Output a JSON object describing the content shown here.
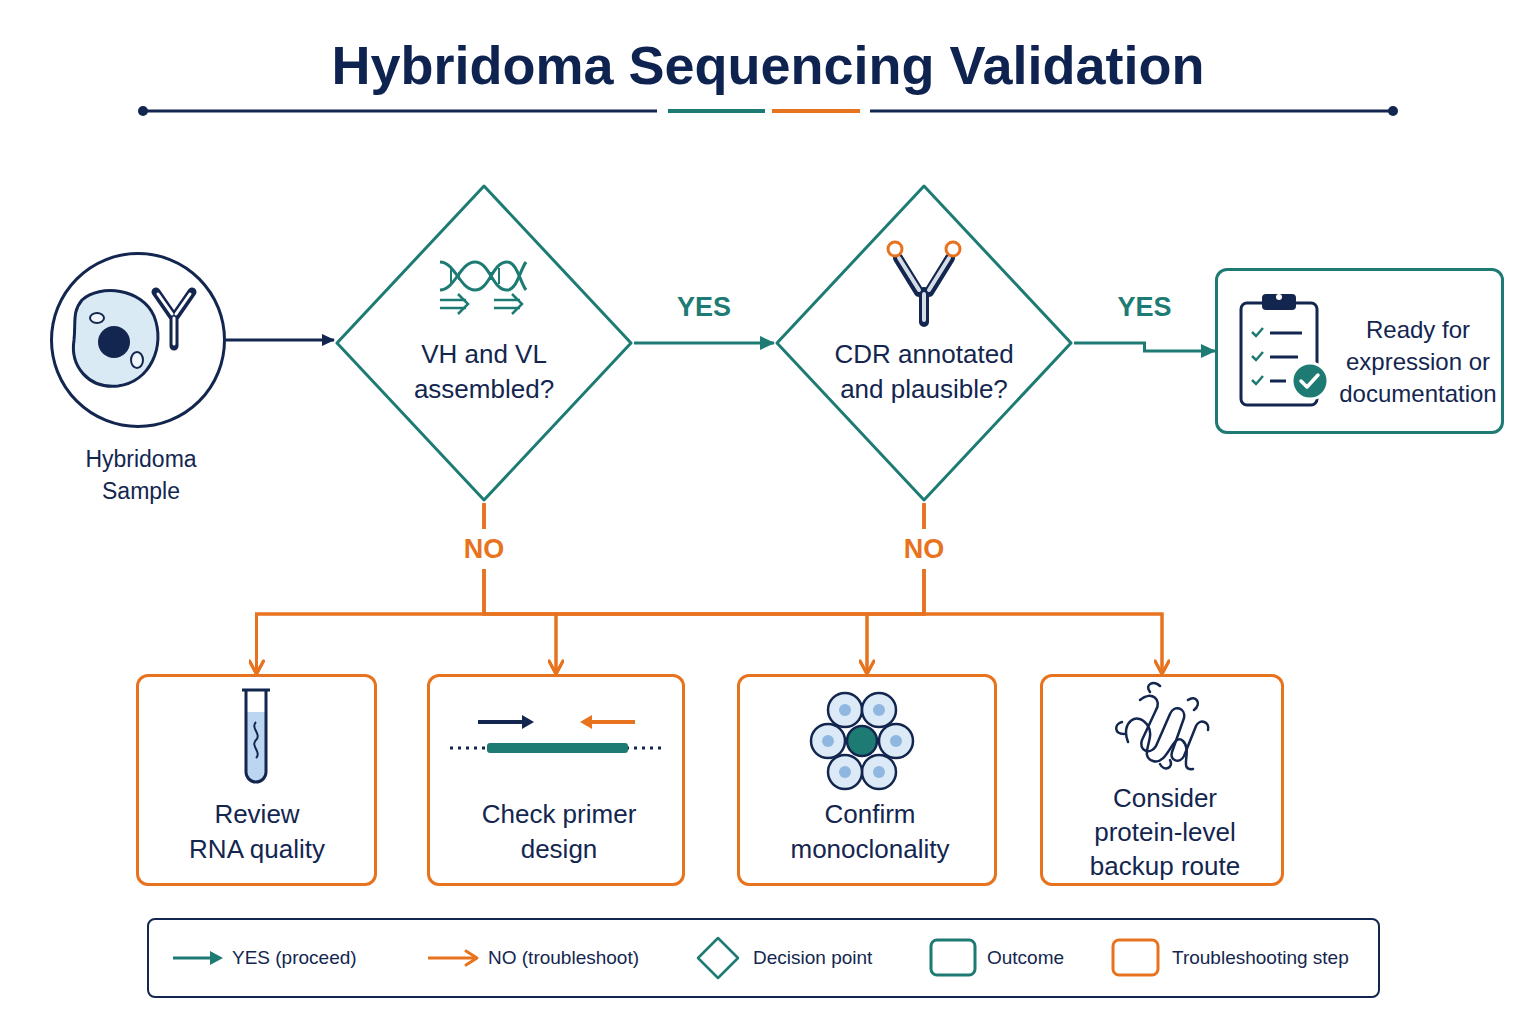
{
  "diagram": {
    "title": "Hybridoma Sequencing Validation",
    "nodes": [
      {
        "text": [
          "Hybridoma Sample"
        ]
      },
      {
        "text": [
          "VH and VL assembled?"
        ]
      },
      {
        "text": [
          "CDR annotated and plausible?"
        ]
      },
      {
        "text": [
          "Ready for expression or documentation"
        ]
      },
      {
        "text": [
          "Review RNA quality"
        ]
      },
      {
        "text": [
          "Check primer design"
        ]
      },
      {
        "text": [
          "Confirm monoclonality"
        ]
      },
      {
        "text": [
          "Consider protein-level backup route"
        ]
      }
    ],
    "edges": [
      {
        "from": 0,
        "to": 1,
        "arrow": "to"
      },
      {
        "from": 1,
        "to": 2,
        "label": "YES",
        "arrow": "to"
      },
      {
        "from": 2,
        "to": 3,
        "label": "YES",
        "arrow": "to"
      },
      {
        "from": 1,
        "to": 4,
        "label": "NO",
        "arrow": "to"
      },
      {
        "from": 1,
        "to": 5,
        "arrow": "to"
      },
      {
        "from": 1,
        "to": 6,
        "arrow": "to"
      },
      {
        "from": 1,
        "to": 7,
        "arrow": "to"
      },
      {
        "from": 2,
        "to": 4,
        "label": "NO",
        "arrow": "to"
      },
      {
        "from": 2,
        "to": 5,
        "arrow": "to"
      },
      {
        "from": 2,
        "to": 6,
        "arrow": "to"
      },
      {
        "from": 2,
        "to": 7,
        "arrow": "to"
      }
    ],
    "legend": [
      {
        "text": "YES (proceed)"
      },
      {
        "text": "NO (troubleshoot)"
      },
      {
        "text": "Decision point"
      },
      {
        "text": "Outcome"
      },
      {
        "text": "Troubleshooting step"
      }
    ]
  }
}
